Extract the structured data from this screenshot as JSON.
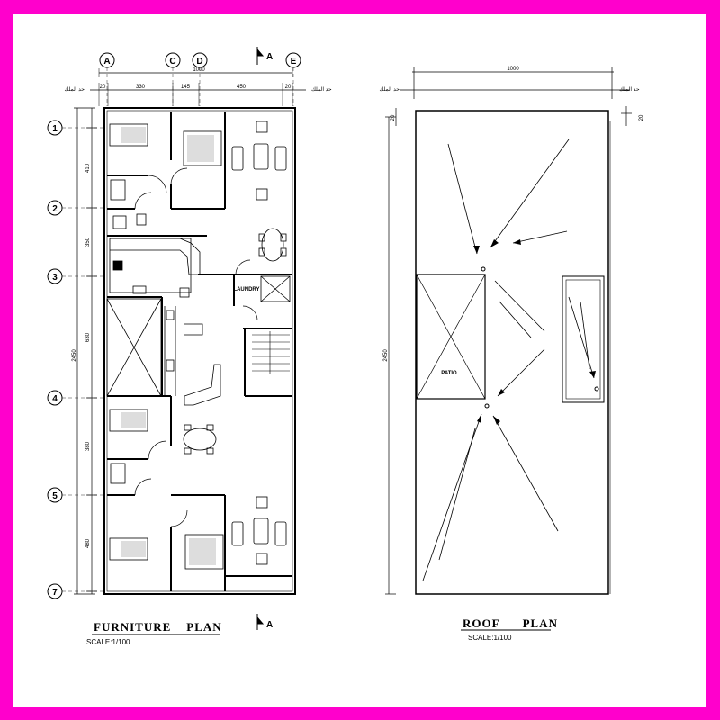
{
  "sheet": {
    "border_color": "#ff00cc"
  },
  "furniture_plan": {
    "title": "FURNITURE    PLAN",
    "scale": "SCALE:1/100",
    "grid_cols": [
      "A",
      "C",
      "D",
      "E"
    ],
    "grid_rows": [
      "1",
      "2",
      "3",
      "4",
      "5",
      "7"
    ],
    "dims_top": [
      "20",
      "330",
      "145",
      "450",
      "20"
    ],
    "dim_overall_width": "1000",
    "dims_left": [
      "410",
      "350",
      "630",
      "380",
      "480"
    ],
    "dim_overall_height": "2450",
    "side_note_left": "حد الملك",
    "side_note_right": "حد الملك",
    "room_label_laundry": "LAUNDRY",
    "section_mark": "A"
  },
  "roof_plan": {
    "title": "ROOF      PLAN",
    "scale": "SCALE:1/100",
    "dim_overall_width": "1000",
    "dim_overall_height": "2450",
    "side_note_left": "حد الملك",
    "side_note_right": "حد الملك",
    "room_label_patio": "PATIO",
    "dim_right_small": "20",
    "dim_left_small": "20"
  }
}
